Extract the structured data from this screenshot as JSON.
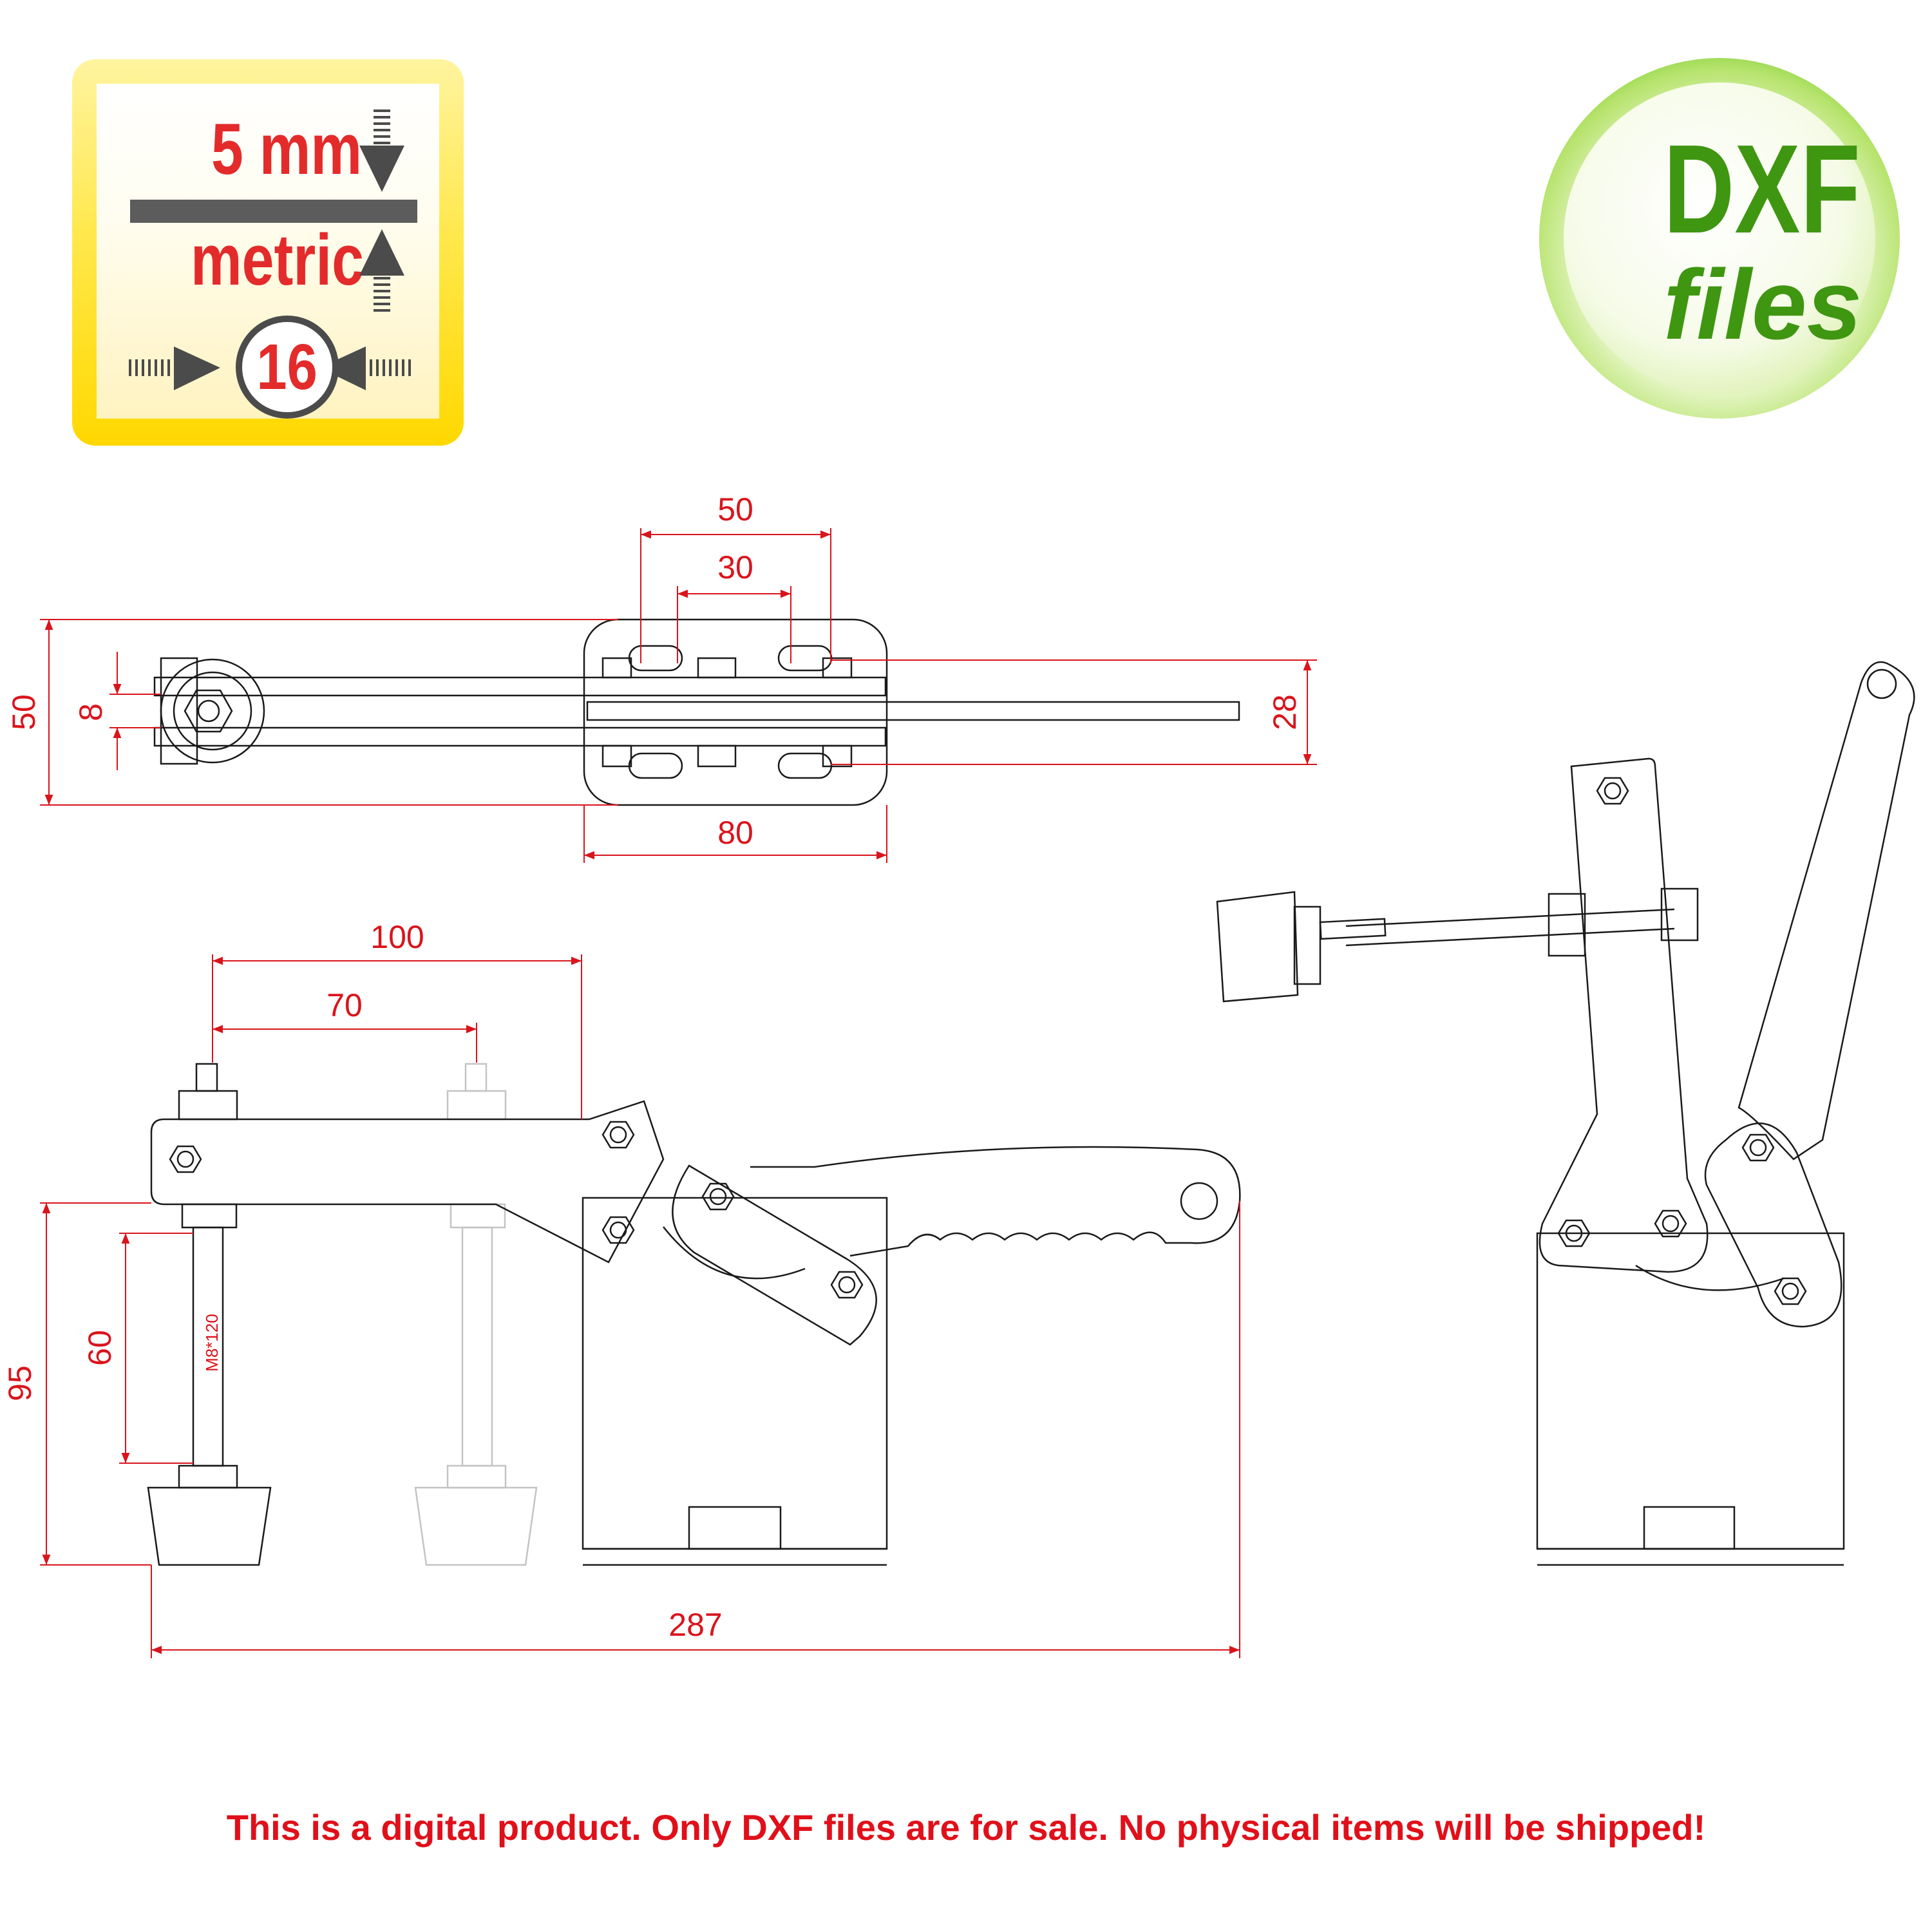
{
  "badge": {
    "thickness": "5 mm",
    "system": "metric",
    "size": "16"
  },
  "logo": {
    "word": "DXF",
    "sub": "files"
  },
  "dimensions": {
    "top_view": {
      "slot_outer": "50",
      "slot_inner": "30",
      "overall_height": "50",
      "bar_gap": "8",
      "base_width": "80",
      "arm_width": "28"
    },
    "side_view": {
      "reach_open": "100",
      "reach_inner": "70",
      "height": "95",
      "spindle_height": "60",
      "overall_length": "287",
      "spindle_label": "M8*120"
    }
  },
  "footer": {
    "disclaimer": "This is a digital product. Only DXF files are for sale. No physical items will be shipped!"
  }
}
